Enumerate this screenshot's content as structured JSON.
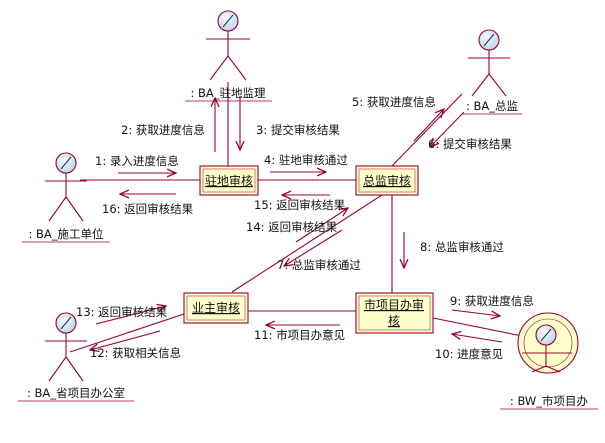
{
  "actors": {
    "resident_supervisor": ": BA_驻地监理",
    "chief_supervisor": ": BA_总监",
    "construction_unit": ": BA_施工单位",
    "provincial_office": ": BA_省项目办公室",
    "city_office": ": BW_市项目办"
  },
  "boxes": {
    "resident_review": "驻地审核",
    "chief_review": "总监审核",
    "owner_review": "业主审核",
    "city_review_line1": "市项目办审",
    "city_review_line2": "核"
  },
  "messages": {
    "m1": "1: 录入进度信息",
    "m2": "2: 获取进度信息",
    "m3": "3: 提交审核结果",
    "m4": "4: 驻地审核通过",
    "m5": "5: 获取进度信息",
    "m6": "6: 提交审核结果",
    "m7": "7: 总监审核通过",
    "m8": "8: 总监审核通过",
    "m9": "9: 获取进度信息",
    "m10": "10: 进度意见",
    "m11": "11: 市项目办意见",
    "m12": "12: 获取相关信息",
    "m13": "13: 返回审核结果",
    "m14": "14: 返回审核结果",
    "m15": "15: 返回审核结果",
    "m16": "16: 返回审核结果"
  },
  "colors": {
    "box_fill": "#ffffcc",
    "box_border": "#990033",
    "actor_head": "#cce4f7",
    "link": "#990033"
  }
}
